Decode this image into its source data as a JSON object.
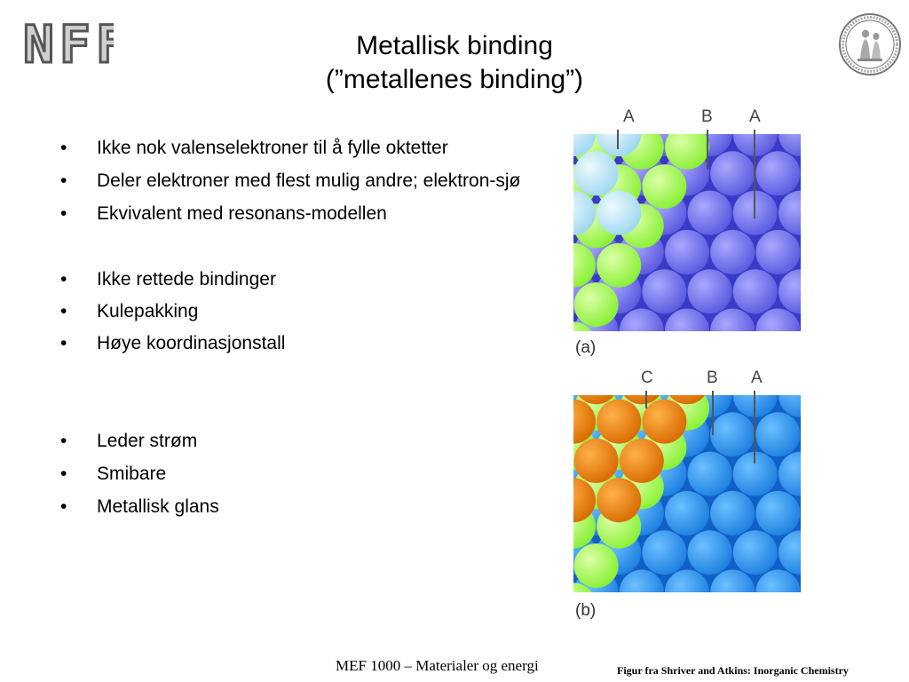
{
  "header": {
    "logo_text": "NFF",
    "title_line1": "Metallisk binding",
    "title_line2": "(”metallenes binding”)"
  },
  "bullets": [
    {
      "text": "Ikke nok valenselektroner til å fylle oktetter"
    },
    {
      "text": "Deler elektroner med flest mulig andre; elektron-sjø"
    },
    {
      "text": "Ekvivalent med resonans-modellen"
    },
    {
      "text": "Ikke rettede bindinger"
    },
    {
      "text": "Kulepakking"
    },
    {
      "text": "Høye koordinasjonstall"
    },
    {
      "text": "Leder strøm"
    },
    {
      "text": "Smibare"
    },
    {
      "text": "Metallisk glans"
    }
  ],
  "figure_a": {
    "caption": "(a)",
    "layer_labels": [
      "A",
      "B",
      "A"
    ],
    "colors": {
      "bottom": "#5a5adf",
      "middle": "#88f034",
      "top": "#9fd8f0"
    }
  },
  "figure_b": {
    "caption": "(b)",
    "layer_labels": [
      "C",
      "B",
      "A"
    ],
    "colors": {
      "bottom": "#1e7fe0",
      "middle": "#88f034",
      "top": "#d86a00"
    }
  },
  "footer": {
    "course": "MEF 1000 – Materialer og energi",
    "credit": "Figur fra Shriver and Atkins: Inorganic Chemistry"
  }
}
